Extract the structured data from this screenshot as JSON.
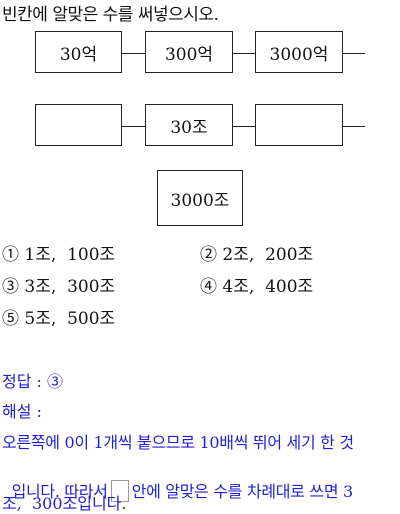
{
  "question": "빈칸에 알맞은 수를 써넣으시오.",
  "diagram": {
    "row1": [
      "30억",
      "300억",
      "3000억"
    ],
    "row2": [
      "",
      "30조",
      ""
    ],
    "row3": [
      "3000조"
    ]
  },
  "choices": [
    "① 1조,  100조",
    "② 2조,  200조",
    "③ 3조,  300조",
    "④ 4조,  400조",
    "⑤ 5조,  500조"
  ],
  "answer": {
    "label": "정답 : ③",
    "explanation_label": "해설 :",
    "line1": "오른쪽에 0이 1개씩 붙으므로 10배씩 뛰어 세기 한 것",
    "line2_a": "입니다. 따라서",
    "line2_b": "안에 알맞은 수를 차례대로 쓰면 3",
    "line3": "조,  300조입니다."
  }
}
